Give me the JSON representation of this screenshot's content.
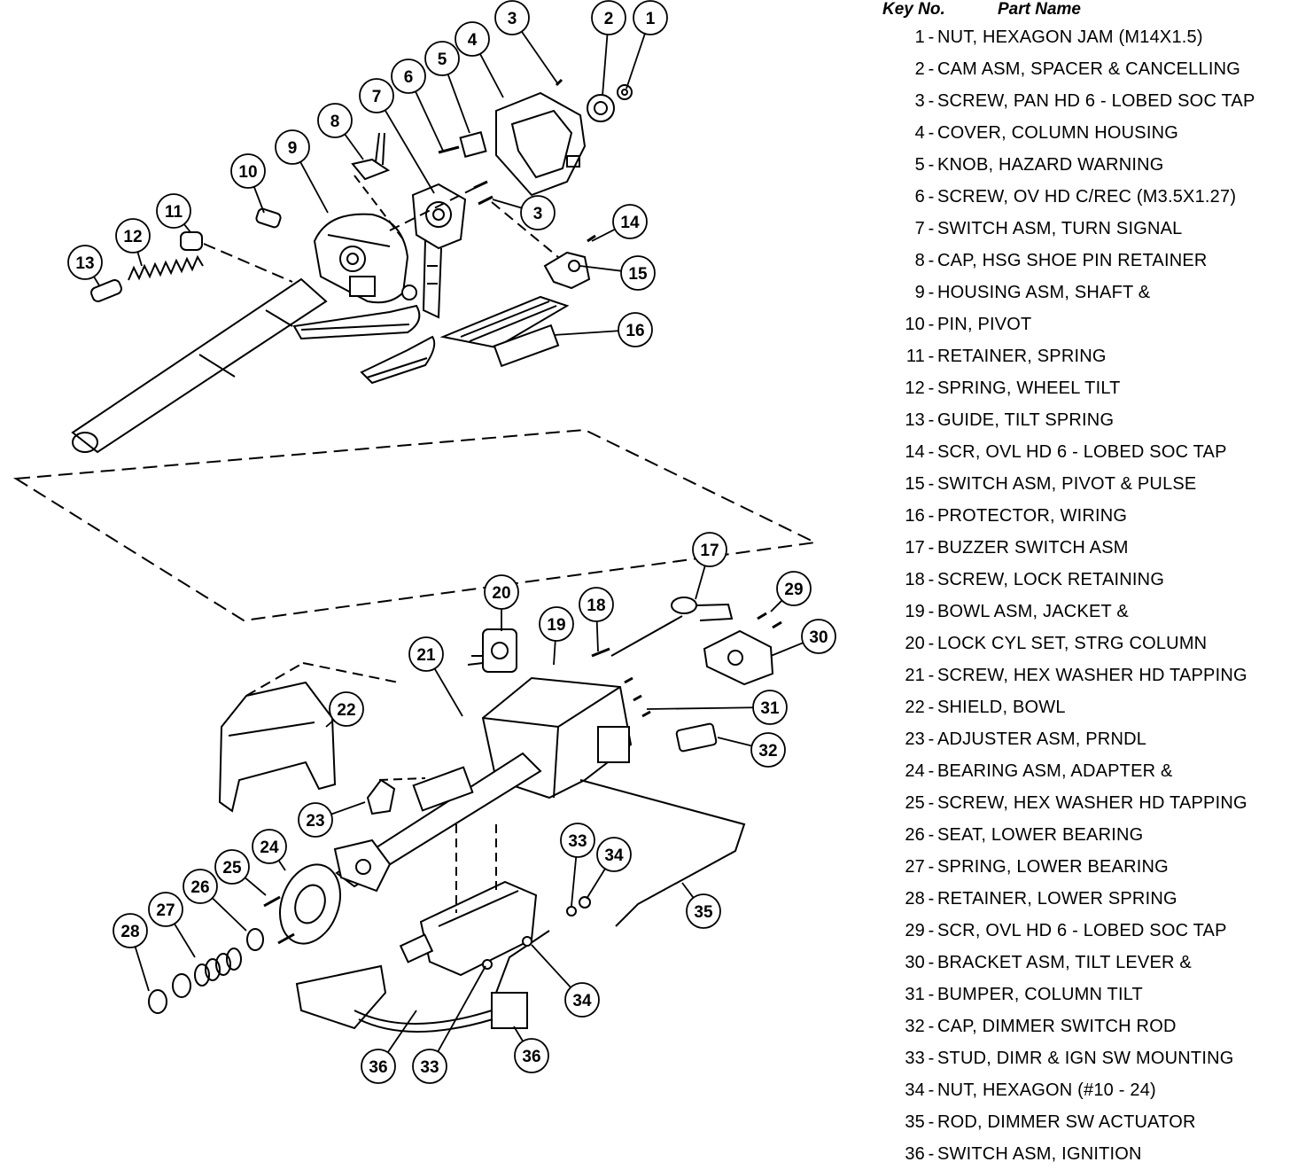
{
  "legend": {
    "key_header": "Key No.",
    "name_header": "Part Name",
    "parts": [
      {
        "key": "1",
        "name": "NUT, HEXAGON JAM (M14X1.5)"
      },
      {
        "key": "2",
        "name": "CAM ASM, SPACER & CANCELLING"
      },
      {
        "key": "3",
        "name": "SCREW, PAN HD 6 - LOBED SOC TAP"
      },
      {
        "key": "4",
        "name": "COVER, COLUMN HOUSING"
      },
      {
        "key": "5",
        "name": "KNOB, HAZARD WARNING"
      },
      {
        "key": "6",
        "name": "SCREW, OV HD C/REC (M3.5X1.27)"
      },
      {
        "key": "7",
        "name": "SWITCH ASM, TURN SIGNAL"
      },
      {
        "key": "8",
        "name": "CAP, HSG SHOE PIN RETAINER"
      },
      {
        "key": "9",
        "name": "HOUSING ASM, SHAFT &"
      },
      {
        "key": "10",
        "name": "PIN, PIVOT"
      },
      {
        "key": "11",
        "name": "RETAINER, SPRING"
      },
      {
        "key": "12",
        "name": "SPRING, WHEEL TILT"
      },
      {
        "key": "13",
        "name": "GUIDE, TILT SPRING"
      },
      {
        "key": "14",
        "name": "SCR, OVL HD 6 - LOBED SOC TAP"
      },
      {
        "key": "15",
        "name": "SWITCH ASM, PIVOT & PULSE"
      },
      {
        "key": "16",
        "name": "PROTECTOR, WIRING"
      },
      {
        "key": "17",
        "name": "BUZZER SWITCH ASM"
      },
      {
        "key": "18",
        "name": "SCREW, LOCK RETAINING"
      },
      {
        "key": "19",
        "name": "BOWL ASM, JACKET &"
      },
      {
        "key": "20",
        "name": "LOCK CYL SET, STRG COLUMN"
      },
      {
        "key": "21",
        "name": "SCREW, HEX WASHER HD TAPPING"
      },
      {
        "key": "22",
        "name": "SHIELD, BOWL"
      },
      {
        "key": "23",
        "name": "ADJUSTER ASM, PRNDL"
      },
      {
        "key": "24",
        "name": "BEARING ASM, ADAPTER &"
      },
      {
        "key": "25",
        "name": "SCREW, HEX WASHER HD TAPPING"
      },
      {
        "key": "26",
        "name": "SEAT, LOWER BEARING"
      },
      {
        "key": "27",
        "name": "SPRING, LOWER BEARING"
      },
      {
        "key": "28",
        "name": "RETAINER, LOWER SPRING"
      },
      {
        "key": "29",
        "name": "SCR, OVL HD 6 - LOBED SOC TAP"
      },
      {
        "key": "30",
        "name": "BRACKET ASM, TILT LEVER &"
      },
      {
        "key": "31",
        "name": "BUMPER, COLUMN TILT"
      },
      {
        "key": "32",
        "name": "CAP, DIMMER SWITCH ROD"
      },
      {
        "key": "33",
        "name": "STUD, DIMR & IGN SW MOUNTING"
      },
      {
        "key": "34",
        "name": "NUT, HEXAGON (#10 - 24)"
      },
      {
        "key": "35",
        "name": "ROD, DIMMER SW ACTUATOR"
      },
      {
        "key": "36",
        "name": "SWITCH ASM, IGNITION"
      }
    ]
  },
  "callouts": [
    "1",
    "2",
    "3",
    "3",
    "4",
    "5",
    "6",
    "7",
    "8",
    "9",
    "10",
    "11",
    "12",
    "13",
    "14",
    "15",
    "16",
    "17",
    "18",
    "19",
    "20",
    "21",
    "22",
    "23",
    "24",
    "25",
    "26",
    "27",
    "28",
    "29",
    "30",
    "31",
    "32",
    "33",
    "33",
    "34",
    "34",
    "35",
    "36",
    "36"
  ]
}
